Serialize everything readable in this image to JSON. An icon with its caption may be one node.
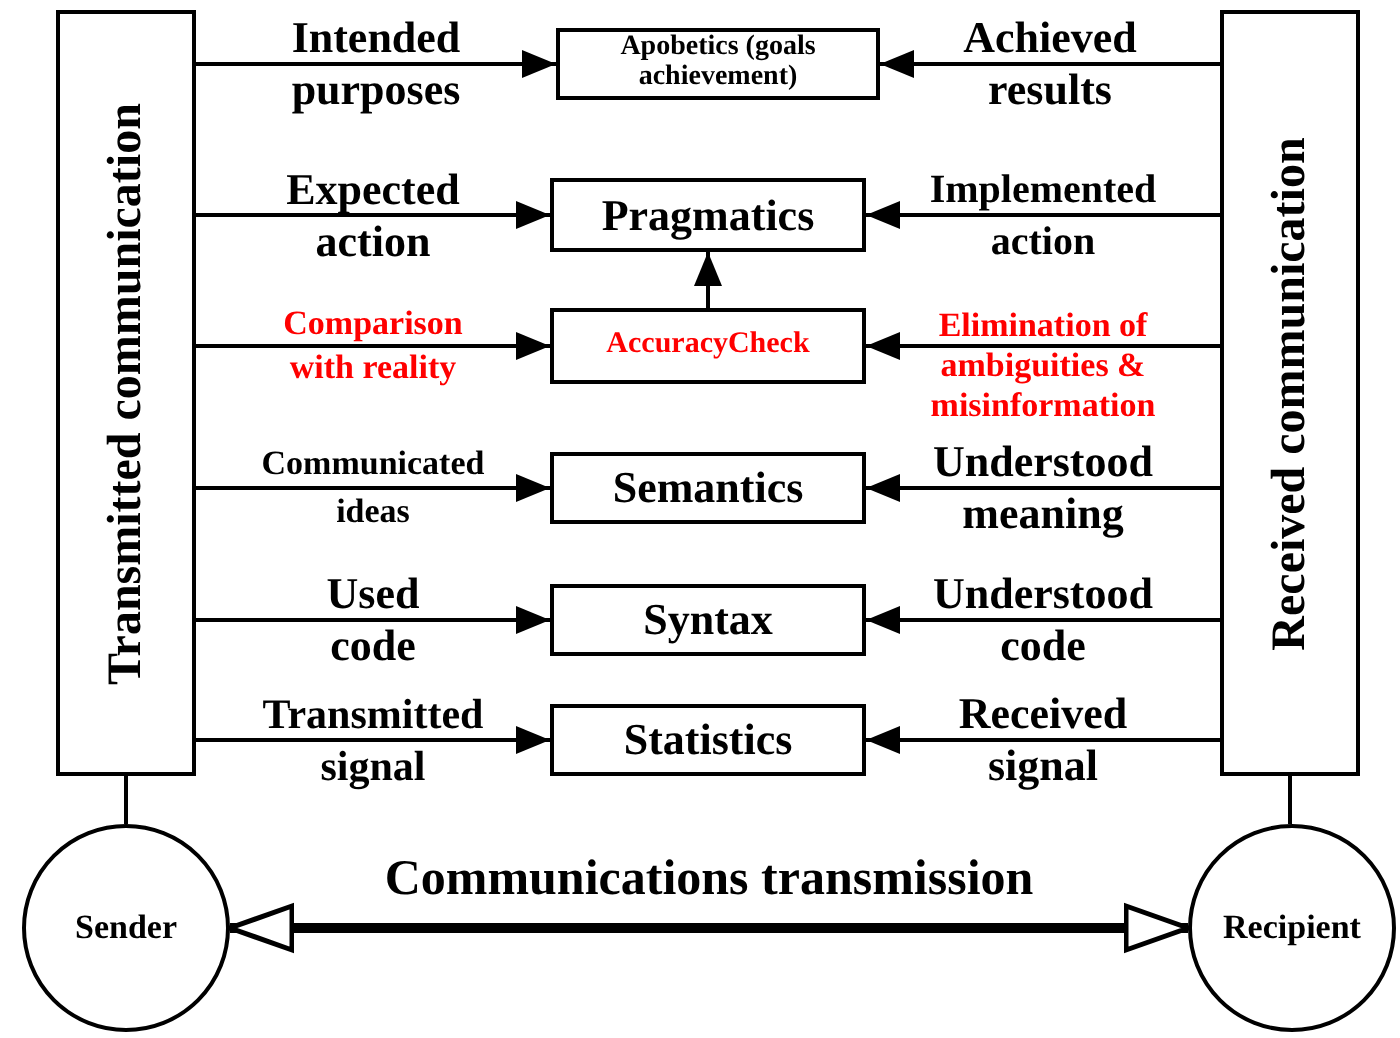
{
  "diagram": {
    "nodes": [
      {
        "text": [
          "Transmitted communication"
        ]
      },
      {
        "text": [
          "Received communication"
        ]
      },
      {
        "text": [
          "Apobetics (goals achievement)"
        ]
      },
      {
        "text": [
          "Pragmatics"
        ]
      },
      {
        "text": [
          "AccuracyCheck"
        ]
      },
      {
        "text": [
          "Semantics"
        ]
      },
      {
        "text": [
          "Syntax"
        ]
      },
      {
        "text": [
          "Statistics"
        ]
      },
      {
        "text": [
          "Sender"
        ]
      },
      {
        "text": [
          "Recipient"
        ]
      }
    ],
    "edges": [
      {
        "from": 0,
        "to": 2,
        "arrow": "to",
        "label": "Intended purposes"
      },
      {
        "from": 1,
        "to": 2,
        "arrow": "to",
        "label": "Achieved results"
      },
      {
        "from": 0,
        "to": 3,
        "arrow": "to",
        "label": "Expected action"
      },
      {
        "from": 1,
        "to": 3,
        "arrow": "to",
        "label": "Implemented action"
      },
      {
        "from": 0,
        "to": 4,
        "arrow": "to",
        "label": "Comparison with reality"
      },
      {
        "from": 1,
        "to": 4,
        "arrow": "to",
        "label": "Elimination of ambiguities & misinformation"
      },
      {
        "from": 4,
        "to": 3,
        "arrow": "to"
      },
      {
        "from": 0,
        "to": 5,
        "arrow": "to",
        "label": "Communicated ideas"
      },
      {
        "from": 1,
        "to": 5,
        "arrow": "to",
        "label": "Understood meaning"
      },
      {
        "from": 0,
        "to": 6,
        "arrow": "to",
        "label": "Used code"
      },
      {
        "from": 1,
        "to": 6,
        "arrow": "to",
        "label": "Understood code"
      },
      {
        "from": 0,
        "to": 7,
        "arrow": "to",
        "label": "Transmitted signal"
      },
      {
        "from": 1,
        "to": 7,
        "arrow": "to",
        "label": "Received signal"
      },
      {
        "from": 0,
        "to": 8,
        "arrow": "none"
      },
      {
        "from": 1,
        "to": 9,
        "arrow": "none"
      },
      {
        "from": 8,
        "to": 9,
        "arrow": "both",
        "label": "Communications transmission",
        "style": "thick"
      }
    ]
  }
}
